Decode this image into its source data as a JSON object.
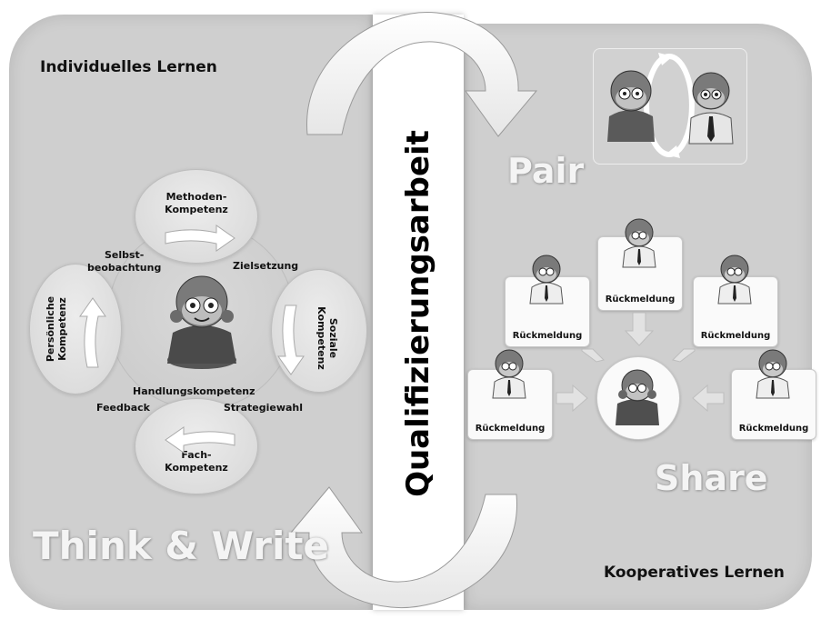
{
  "sections": {
    "individual_heading": "Individuelles Lernen",
    "cooperative_heading": "Kooperatives Lernen",
    "center_title": "Qualifizierungsarbeit",
    "think_write": "Think & Write",
    "pair": "Pair",
    "share": "Share"
  },
  "competences": {
    "method_1": "Methoden-",
    "method_2": "Kompetenz",
    "social_1": "Soziale",
    "social_2": "Kompetenz",
    "subject_1": "Fach-",
    "subject_2": "Kompetenz",
    "personal_1": "Persönliche",
    "personal_2": "Kompetenz"
  },
  "skills": {
    "selbst_1": "Selbst-",
    "selbst_2": "beobachtung",
    "zielsetzung": "Zielsetzung",
    "handlung": "Handlungskompetenz",
    "feedback": "Feedback",
    "strategie": "Strategiewahl"
  },
  "feedback_cards": {
    "label": "Rückmeldung"
  }
}
